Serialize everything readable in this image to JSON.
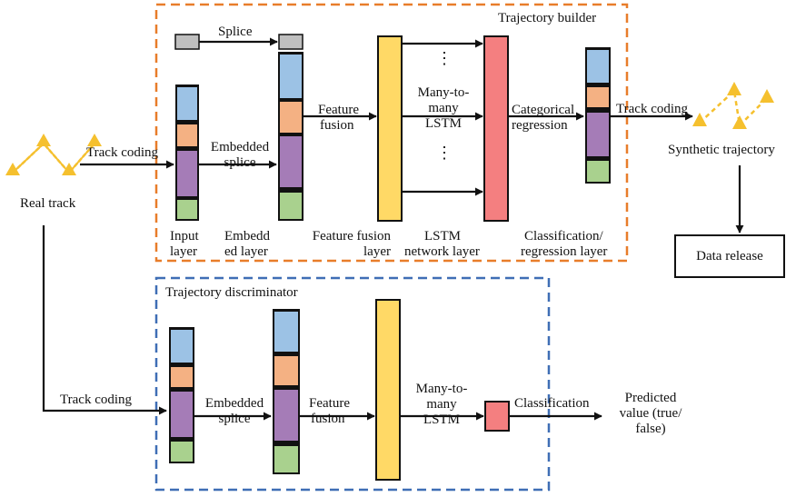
{
  "colors": {
    "builder_border": "#e87d2a",
    "discriminator_border": "#3f6eb5",
    "blue": "#9cc2e5",
    "orange": "#f4b183",
    "purple": "#a57cb7",
    "green": "#a9d18e",
    "gray": "#bfbfbf",
    "yellow": "#ffd966",
    "red": "#f47f80",
    "track": "#f5c02e",
    "line": "#111111"
  },
  "builder": {
    "title": "Trajectory builder",
    "splice": "Splice",
    "track_coding_in": "Track coding",
    "embedded_splice": [
      "Embedded",
      "splice"
    ],
    "feature_fusion": [
      "Feature",
      "fusion"
    ],
    "many_to_many": [
      "Many-to-",
      "many",
      "LSTM"
    ],
    "categorical_regression": [
      "Categorical",
      "regression"
    ],
    "track_coding_out": "Track coding",
    "layer_input": [
      "Input",
      "layer"
    ],
    "layer_embedded": [
      "Embedd",
      "ed layer"
    ],
    "layer_feature": "Feature fusion layer",
    "layer_lstm": [
      "LSTM",
      "network layer"
    ],
    "layer_class": [
      "Classification/",
      "regression layer"
    ]
  },
  "left": {
    "real_track": "Real track",
    "ellipsis": "⋮"
  },
  "right": {
    "synthetic": "Synthetic trajectory",
    "data_release": "Data release"
  },
  "discriminator": {
    "title": "Trajectory discriminator",
    "track_coding": "Track coding",
    "embedded_splice": [
      "Embedded",
      "splice"
    ],
    "feature_fusion": [
      "Feature",
      "fusion"
    ],
    "many_to_many": [
      "Many-to-",
      "many",
      "LSTM"
    ],
    "classification": "Classification",
    "predicted": [
      "Predicted",
      "value (true/",
      "false)"
    ]
  }
}
